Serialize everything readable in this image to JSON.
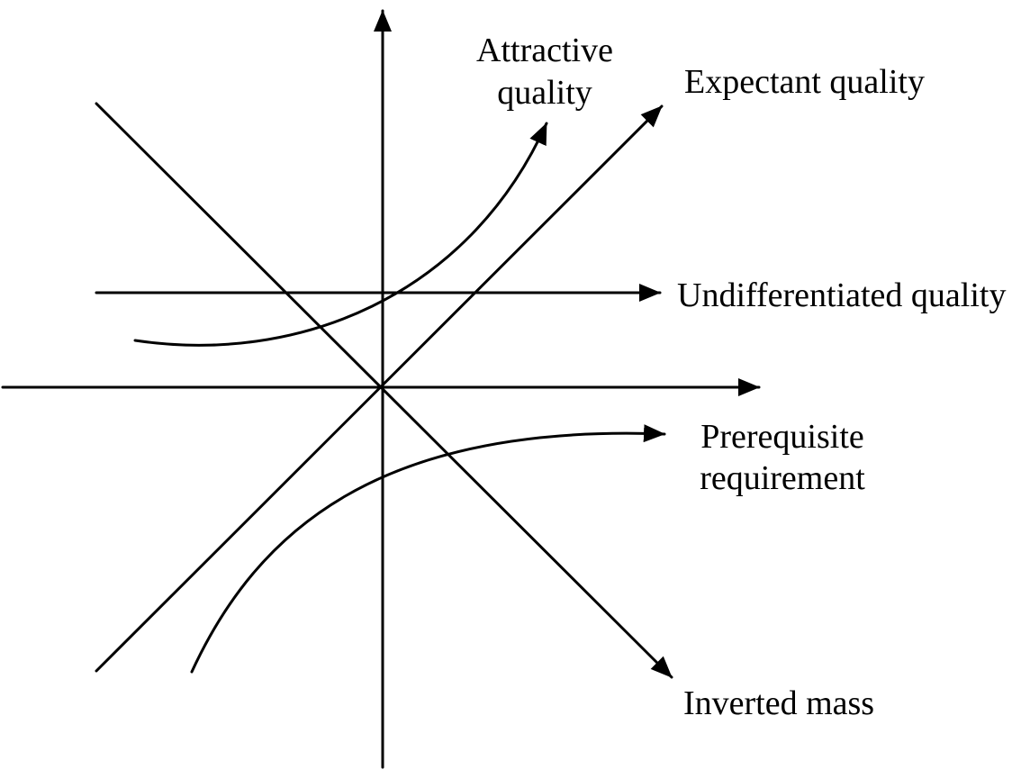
{
  "diagram": {
    "labels": {
      "attractive_line1": "Attractive",
      "attractive_line2": "quality",
      "expectant": "Expectant quality",
      "undifferentiated": "Undifferentiated quality",
      "prerequisite_line1": "Prerequisite",
      "prerequisite_line2": "requirement",
      "inverted": "Inverted mass"
    },
    "colors": {
      "stroke": "#000000",
      "background": "#ffffff"
    }
  }
}
